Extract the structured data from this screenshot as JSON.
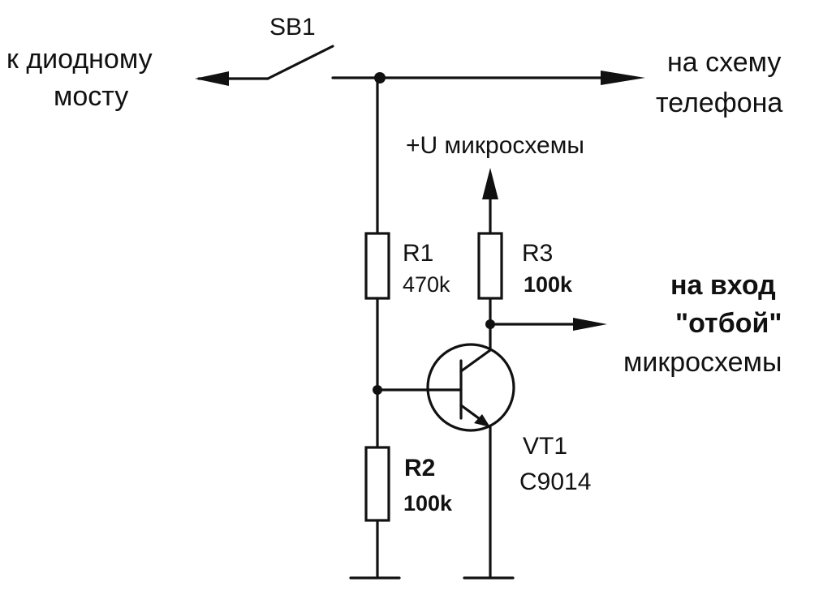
{
  "colors": {
    "ink": "#111111",
    "paper": "#ffffff"
  },
  "labels": {
    "switch": "SB1",
    "to_bridge_line1": "к диодному",
    "to_bridge_line2": "мосту",
    "to_phone_line1": "на схему",
    "to_phone_line2": "телефона",
    "supply": "+U микросхемы",
    "to_input_line1": "на вход",
    "to_input_line2": "\"отбой\"",
    "to_input_line3": "микросхемы"
  },
  "components": {
    "R1": {
      "ref": "R1",
      "value": "470k"
    },
    "R2": {
      "ref": "R2",
      "value": "100k"
    },
    "R3": {
      "ref": "R3",
      "value": "100k"
    },
    "VT1": {
      "ref": "VT1",
      "part": "C9014"
    }
  }
}
